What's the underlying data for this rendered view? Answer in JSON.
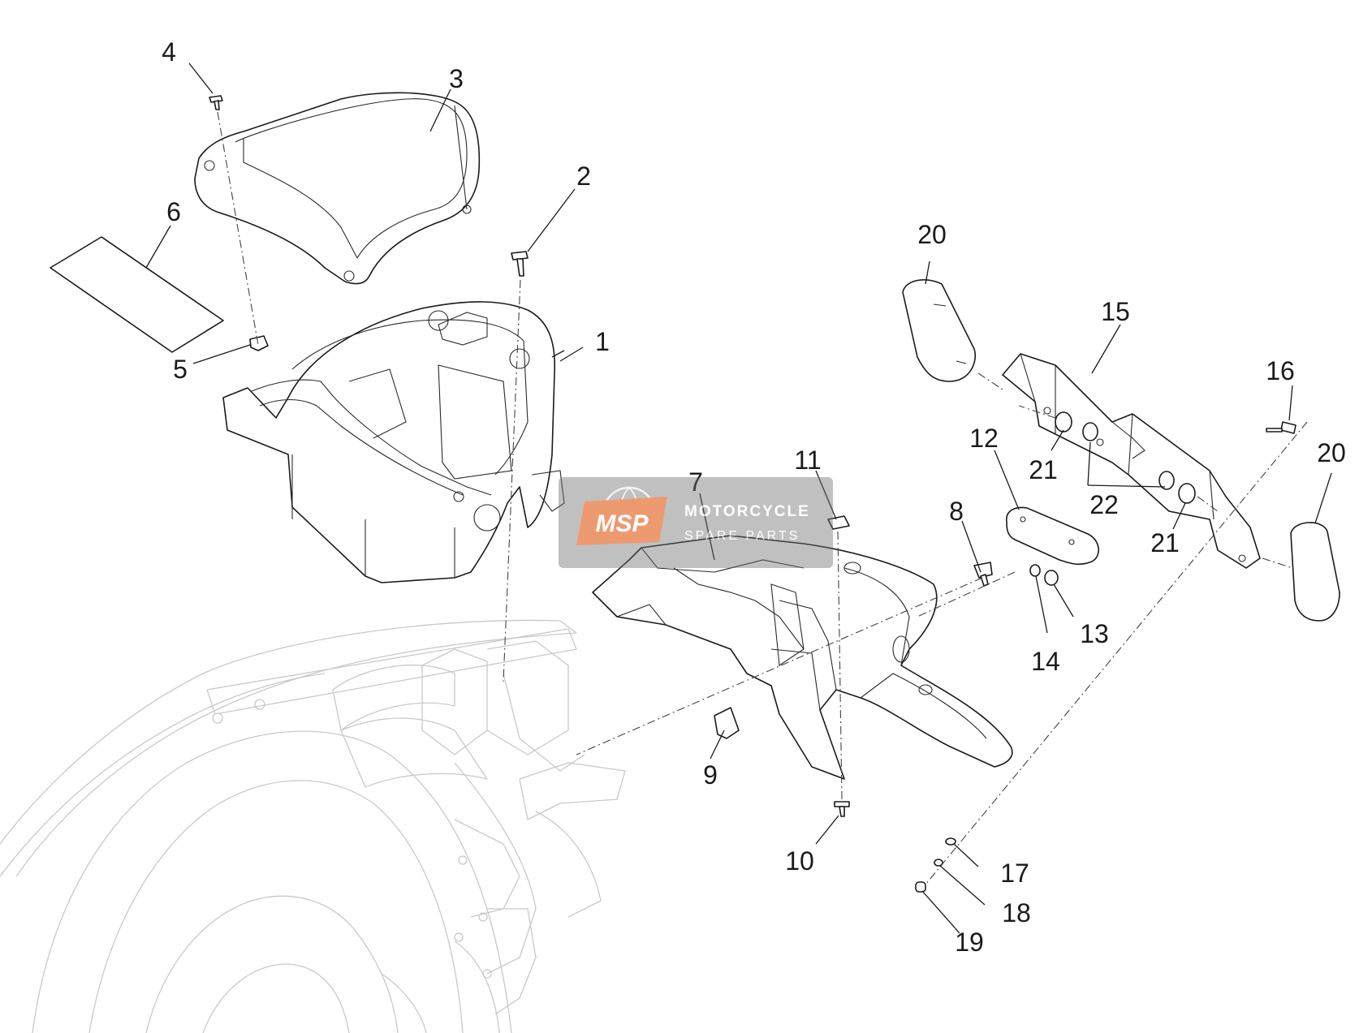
{
  "diagram": {
    "callouts": [
      "1",
      "2",
      "3",
      "4",
      "5",
      "6",
      "7",
      "8",
      "9",
      "10",
      "11",
      "12",
      "13",
      "14",
      "15",
      "16",
      "17",
      "18",
      "19",
      "20",
      "20",
      "21",
      "21",
      "22"
    ]
  },
  "watermark": {
    "logo": "MSP",
    "line1": "MOTORCYCLE",
    "line2": "SPARE PARTS",
    "colors": {
      "box": "#6e6e6e",
      "logo": "#e8743b"
    }
  }
}
